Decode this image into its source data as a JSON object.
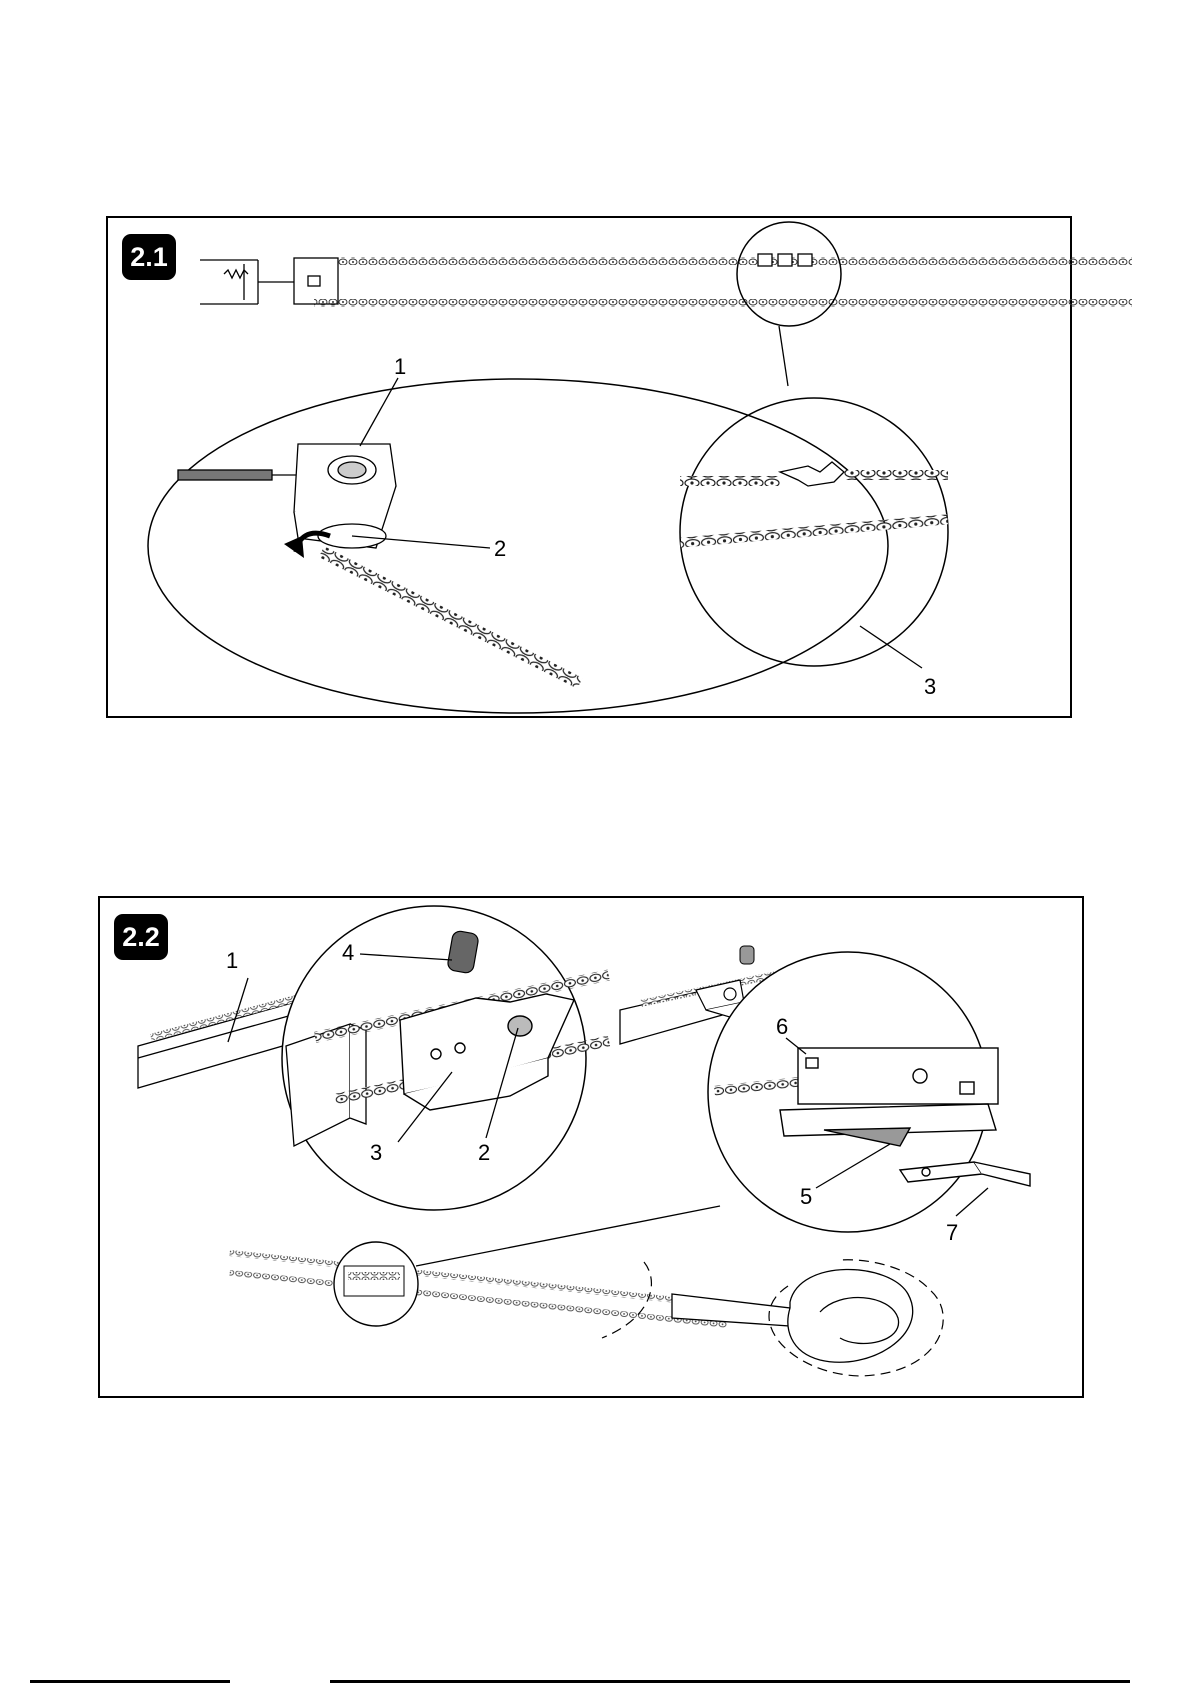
{
  "figure_2_1": {
    "badge": "2.1",
    "callouts": [
      "1",
      "2",
      "3"
    ]
  },
  "figure_2_2": {
    "badge": "2.2",
    "callouts": [
      "1",
      "2",
      "3",
      "4",
      "5",
      "6",
      "7"
    ]
  },
  "colors": {
    "line": "#000000",
    "badge_bg": "#000000",
    "badge_text": "#ffffff",
    "chain_gray": "#444444"
  }
}
